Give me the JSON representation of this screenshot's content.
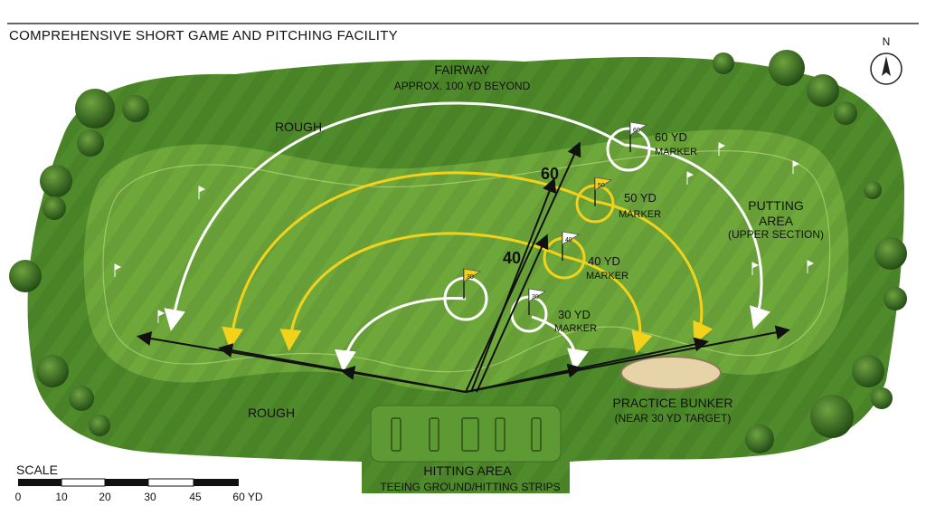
{
  "title": "COMPREHENSIVE SHORT GAME AND PITCHING FACILITY",
  "north_label": "N",
  "areas": {
    "fairway": "FAIRWAY",
    "fairway_sub": "APPROX. 100 YD BEYOND",
    "rough_top": "ROUGH",
    "rough_bottom": "ROUGH",
    "putting": "PUTTING",
    "putting2": "AREA",
    "putting_sub": "(UPPER SECTION)",
    "bunker": "PRACTICE BUNKER",
    "bunker_sub": "(NEAR 30 YD TARGET)",
    "hitting": "HITTING AREA",
    "hitting_sub": "TEEING GROUND/HITTING STRIPS"
  },
  "markers": [
    {
      "flag": "60",
      "label": "60 YD",
      "sub": "MARKER",
      "color": "#ffffff"
    },
    {
      "flag": "50",
      "label": "50 YD",
      "sub": "MARKER",
      "color": "#f2d21a"
    },
    {
      "flag": "40",
      "label": "40 YD",
      "sub": "MARKER",
      "color": "#f2d21a"
    },
    {
      "flag": "30",
      "label": "30 YD",
      "sub": "MARKER",
      "color": "#ffffff"
    }
  ],
  "distance_labels": [
    "60",
    "40"
  ],
  "scale": {
    "title": "SCALE",
    "ticks": [
      "0",
      "10",
      "20",
      "30",
      "45",
      "60 YD"
    ]
  },
  "colors": {
    "grass_outer": "#4f8a2b",
    "grass_inner": "#6fa83a",
    "white_arc": "#ffffff",
    "yellow_arc": "#f2d21a",
    "bunker": "#e6d3a8"
  }
}
